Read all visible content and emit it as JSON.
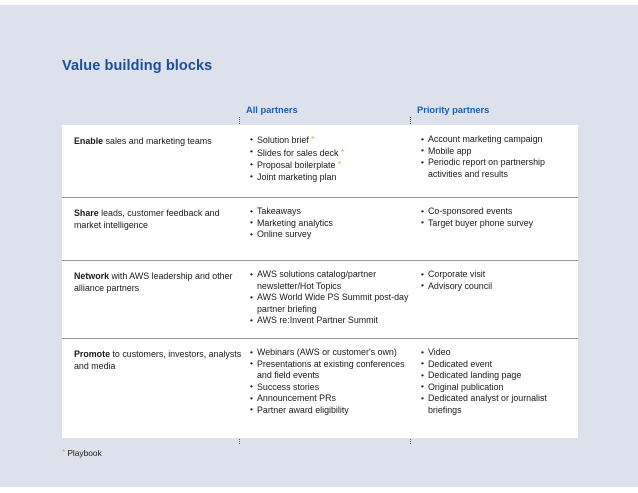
{
  "slide": {
    "title": "Value building blocks",
    "background_color": "#dde1eb",
    "title_color": "#1a4f9c",
    "footnote_marker": "*",
    "footnote_text": "Playbook"
  },
  "table": {
    "columns": [
      {
        "id": "category",
        "label": ""
      },
      {
        "id": "all_partners",
        "label": "All partners"
      },
      {
        "id": "priority_partners",
        "label": "Priority partners"
      }
    ],
    "rows": [
      {
        "category_lead": "Enable",
        "category_rest": " sales and marketing teams",
        "all_partners": [
          {
            "text": "Solution brief",
            "marker": "*"
          },
          {
            "text": "Slides for sales deck",
            "marker": "*"
          },
          {
            "text": "Proposal boilerplate",
            "marker": "*"
          },
          {
            "text": "Joint marketing plan",
            "marker": ""
          }
        ],
        "priority_partners": [
          {
            "text": "Account marketing campaign",
            "marker": ""
          },
          {
            "text": "Mobile app",
            "marker": ""
          },
          {
            "text": "Periodic report on partnership activities and results",
            "marker": ""
          }
        ]
      },
      {
        "category_lead": "Share",
        "category_rest": " leads, customer feedback and market intelligence",
        "all_partners": [
          {
            "text": "Takeaways",
            "marker": ""
          },
          {
            "text": "Marketing analytics",
            "marker": ""
          },
          {
            "text": "Online survey",
            "marker": ""
          }
        ],
        "priority_partners": [
          {
            "text": "Co-sponsored events",
            "marker": ""
          },
          {
            "text": "Target buyer phone survey",
            "marker": ""
          }
        ]
      },
      {
        "category_lead": "Network",
        "category_rest": " with AWS leadership and other alliance partners",
        "all_partners": [
          {
            "text": "AWS solutions catalog/partner newsletter/Hot Topics",
            "marker": ""
          },
          {
            "text": "AWS World Wide PS Summit post-day partner briefing",
            "marker": ""
          },
          {
            "text": "AWS re:Invent Partner Summit",
            "marker": ""
          }
        ],
        "priority_partners": [
          {
            "text": "Corporate visit",
            "marker": ""
          },
          {
            "text": "Advisory council",
            "marker": ""
          }
        ]
      },
      {
        "category_lead": "Promote",
        "category_rest": " to customers, investors, analysts and media",
        "all_partners": [
          {
            "text": "Webinars (AWS or customer's own)",
            "marker": ""
          },
          {
            "text": "Presentations at existing conferences and field events",
            "marker": ""
          },
          {
            "text": "Success stories",
            "marker": ""
          },
          {
            "text": "Announcement PRs",
            "marker": ""
          },
          {
            "text": "Partner award eligibility",
            "marker": ""
          }
        ],
        "priority_partners": [
          {
            "text": "Video",
            "marker": ""
          },
          {
            "text": "Dedicated event",
            "marker": ""
          },
          {
            "text": "Dedicated landing page",
            "marker": ""
          },
          {
            "text": "Original publication",
            "marker": ""
          },
          {
            "text": "Dedicated analyst or journalist briefings",
            "marker": ""
          }
        ]
      }
    ]
  }
}
